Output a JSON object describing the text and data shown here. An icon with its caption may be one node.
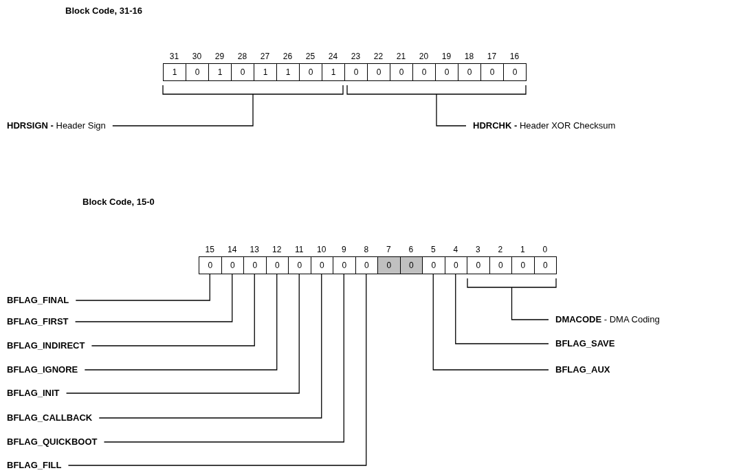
{
  "diagram": {
    "nodes": [
      {
        "text": [
          "1"
        ],
        "beside": [
          "31"
        ]
      },
      {
        "text": [
          "0"
        ],
        "beside": [
          "30"
        ]
      },
      {
        "text": [
          "1"
        ],
        "beside": [
          "29"
        ]
      },
      {
        "text": [
          "0"
        ],
        "beside": [
          "28"
        ]
      },
      {
        "text": [
          "1"
        ],
        "beside": [
          "27"
        ]
      },
      {
        "text": [
          "1"
        ],
        "beside": [
          "26"
        ]
      },
      {
        "text": [
          "0"
        ],
        "beside": [
          "25"
        ]
      },
      {
        "text": [
          "1"
        ],
        "beside": [
          "24"
        ]
      },
      {
        "text": [
          "0"
        ],
        "beside": [
          "23"
        ]
      },
      {
        "text": [
          "0"
        ],
        "beside": [
          "22"
        ]
      },
      {
        "text": [
          "0"
        ],
        "beside": [
          "21"
        ]
      },
      {
        "text": [
          "0"
        ],
        "beside": [
          "20"
        ]
      },
      {
        "text": [
          "0"
        ],
        "beside": [
          "19"
        ]
      },
      {
        "text": [
          "0"
        ],
        "beside": [
          "18"
        ]
      },
      {
        "text": [
          "0"
        ],
        "beside": [
          "17"
        ]
      },
      {
        "text": [
          "0"
        ],
        "beside": [
          "16"
        ]
      },
      {
        "text": [],
        "shape": "bracket"
      },
      {
        "text": [],
        "shape": "bracket"
      },
      {
        "text": [
          "**HDRSIGN -** Header Sign"
        ]
      },
      {
        "text": [
          "**HDRCHK -** Header XOR Checksum"
        ]
      },
      {
        "text": [
          "0"
        ],
        "beside": [
          "15"
        ]
      },
      {
        "text": [
          "0"
        ],
        "beside": [
          "14"
        ]
      },
      {
        "text": [
          "0"
        ],
        "beside": [
          "13"
        ]
      },
      {
        "text": [
          "0"
        ],
        "beside": [
          "12"
        ]
      },
      {
        "text": [
          "0"
        ],
        "beside": [
          "11"
        ]
      },
      {
        "text": [
          "0"
        ],
        "beside": [
          "10"
        ]
      },
      {
        "text": [
          "0"
        ],
        "beside": [
          "9"
        ]
      },
      {
        "text": [
          "0"
        ],
        "beside": [
          "8"
        ]
      },
      {
        "text": [
          "0"
        ],
        "beside": [
          "7"
        ]
      },
      {
        "text": [
          "0"
        ],
        "beside": [
          "6"
        ]
      },
      {
        "text": [
          "0"
        ],
        "beside": [
          "5"
        ]
      },
      {
        "text": [
          "0"
        ],
        "beside": [
          "4"
        ]
      },
      {
        "text": [
          "0"
        ],
        "beside": [
          "3"
        ]
      },
      {
        "text": [
          "0"
        ],
        "beside": [
          "2"
        ]
      },
      {
        "text": [
          "0"
        ],
        "beside": [
          "1"
        ]
      },
      {
        "text": [
          "0"
        ],
        "beside": [
          "0"
        ]
      },
      {
        "text": [],
        "shape": "bracket"
      },
      {
        "text": [
          "**BFLAG_FINAL**"
        ]
      },
      {
        "text": [
          "**BFLAG_FIRST**"
        ]
      },
      {
        "text": [
          "**BFLAG_INDIRECT**"
        ]
      },
      {
        "text": [
          "**BFLAG_IGNORE**"
        ]
      },
      {
        "text": [
          "**BFLAG_INIT**"
        ]
      },
      {
        "text": [
          "**BFLAG_CALLBACK**"
        ]
      },
      {
        "text": [
          "**BFLAG_QUICKBOOT**"
        ]
      },
      {
        "text": [
          "**BFLAG_FILL**"
        ]
      },
      {
        "text": [
          "**DMACODE** - DMA Coding"
        ]
      },
      {
        "text": [
          "**BFLAG_SAVE**"
        ]
      },
      {
        "text": [
          "**BFLAG_AUX**"
        ]
      }
    ],
    "edges": [
      {
        "from": 18,
        "to": 16,
        "arrow": "none"
      },
      {
        "from": 19,
        "to": 17,
        "arrow": "none"
      },
      {
        "from": 37,
        "to": 20,
        "arrow": "none"
      },
      {
        "from": 38,
        "to": 21,
        "arrow": "none"
      },
      {
        "from": 39,
        "to": 22,
        "arrow": "none"
      },
      {
        "from": 40,
        "to": 23,
        "arrow": "none"
      },
      {
        "from": 41,
        "to": 24,
        "arrow": "none"
      },
      {
        "from": 42,
        "to": 25,
        "arrow": "none"
      },
      {
        "from": 43,
        "to": 26,
        "arrow": "none"
      },
      {
        "from": 44,
        "to": 27,
        "arrow": "none"
      },
      {
        "from": 45,
        "to": 36,
        "arrow": "none"
      },
      {
        "from": 46,
        "to": 31,
        "arrow": "none"
      },
      {
        "from": 47,
        "to": 30,
        "arrow": "none"
      }
    ],
    "labels": [
      "Block Code, 31-16",
      "Block Code, 15-0"
    ]
  }
}
